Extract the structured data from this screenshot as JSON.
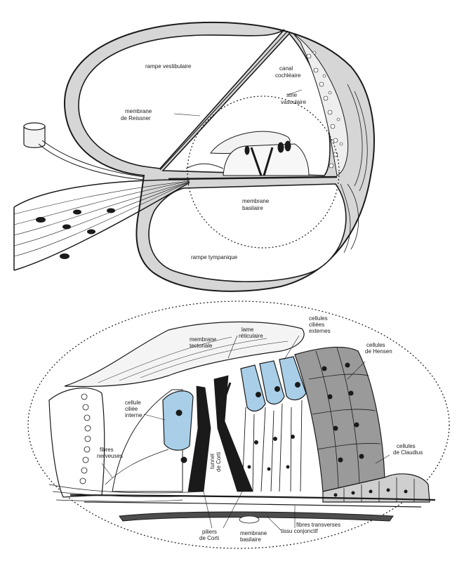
{
  "top": {
    "rampe_vestibulaire": "rampe vestibulaire",
    "canal_cochleaire_1": "canal",
    "canal_cochleaire_2": "cochléaire",
    "strie_1": "strie",
    "strie_2": "vasculaire",
    "reissner_1": "membrane",
    "reissner_2": "de Reissner",
    "basilaire_1": "membrane",
    "basilaire_2": "basilaire",
    "rampe_tympanique": "rampe tympanique"
  },
  "bottom": {
    "lame_1": "lame",
    "lame_2": "réticulaire",
    "ext_1": "cellules",
    "ext_2": "ciliées",
    "ext_3": "externes",
    "tect_1": "membrane",
    "tect_2": "tectoriale",
    "hensen_1": "cellules",
    "hensen_2": "de Hensen",
    "int_1": "cellule",
    "int_2": "ciliée",
    "int_3": "interne",
    "fibres_1": "fibres",
    "fibres_2": "nerveuses",
    "claudius_1": "cellules",
    "claudius_2": "de Claudius",
    "tunnel_1": "tunnel",
    "tunnel_2": "de Corti",
    "piliers_1": "piliers",
    "piliers_2": "de Corti",
    "mb_1": "membrane",
    "mb_2": "basilaire",
    "ft_1": "fibres transverses",
    "ft_2": "tissu conjonctif"
  },
  "colors": {
    "hair_cell": "#a9cfe8",
    "hensen": "#9a9a9a",
    "claudius": "#cfcfcf",
    "membrane": "#d6d6d6",
    "ink": "#1a1a1a"
  }
}
